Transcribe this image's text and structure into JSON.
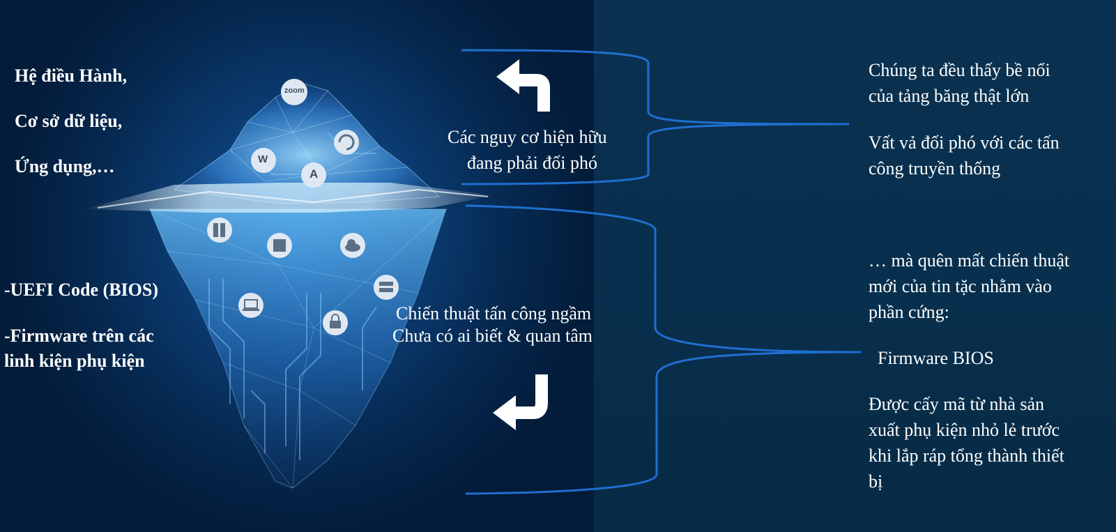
{
  "left_labels": {
    "top": [
      "Hệ điều Hành,",
      "Cơ sở dữ liệu,",
      "Ứng dụng,…"
    ],
    "bottom_1": "-UEFI Code (BIOS)",
    "bottom_2": [
      "-Firmware trên các",
      "linh kiện phụ kiện"
    ]
  },
  "middle_labels": {
    "top": [
      "Các nguy cơ hiện hữu",
      "đang phải đối phó"
    ],
    "bottom": [
      "Chiến thuật tấn công ngầm",
      "Chưa có ai biết & quan tâm"
    ]
  },
  "right_labels": {
    "top_1": [
      "Chúng ta đều thấy bề nổi",
      "của tảng băng thật lớn"
    ],
    "top_2": [
      "Vất vả đối phó với các tấn",
      "công truyền thống"
    ],
    "bottom_1": [
      "… mà quên mất chiến thuật",
      "mới của tin tặc nhằm vào",
      "phần cứng:"
    ],
    "bottom_2": "Firmware BIOS",
    "bottom_3": [
      "Được cấy mã từ nhà sản",
      "xuất phụ kiện nhỏ lẻ trước",
      "khi lắp ráp tổng thành thiết",
      "bị"
    ]
  },
  "iceberg_icons": {
    "zoom_label": "zoom",
    "word_label": "W",
    "pdf_label": "A"
  },
  "colors": {
    "bracket": "#1f6fd0",
    "arrow": "#ffffff",
    "iceberg": "#6fc3ff",
    "left_background": "#062a52",
    "right_background": "#08304e"
  }
}
